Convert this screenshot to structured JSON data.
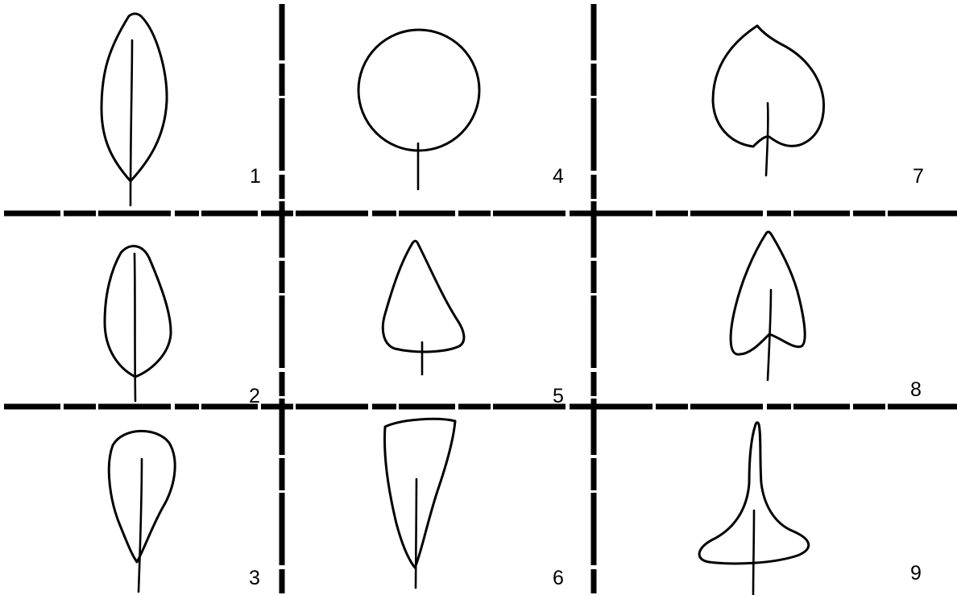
{
  "panels": [
    {
      "number": "1"
    },
    {
      "number": "2"
    },
    {
      "number": "3"
    },
    {
      "number": "4"
    },
    {
      "number": "5"
    },
    {
      "number": "6"
    },
    {
      "number": "7"
    },
    {
      "number": "8"
    },
    {
      "number": "9"
    }
  ],
  "colors": {
    "ink": "#000000",
    "background": "#ffffff"
  }
}
